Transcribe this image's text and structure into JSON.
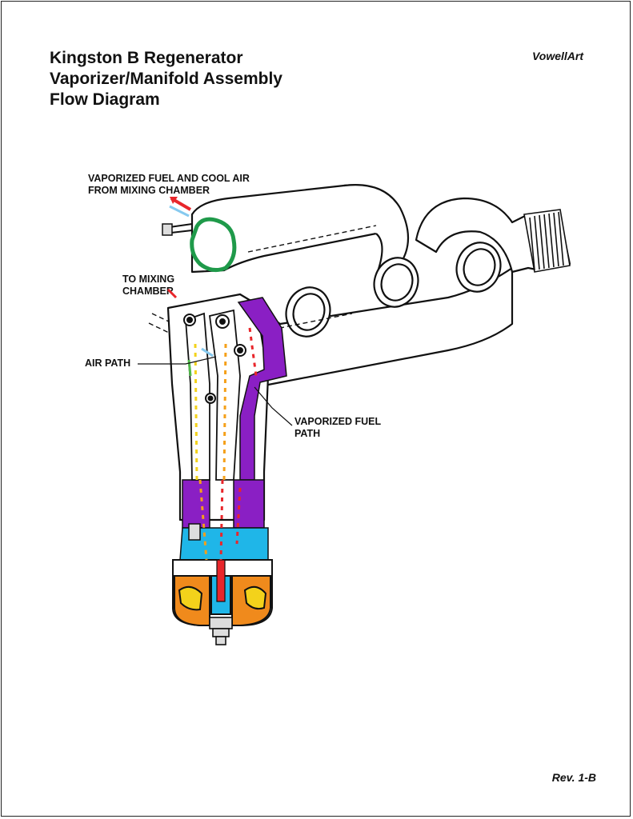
{
  "header": {
    "title_lines": [
      "Kingston B Regenerator",
      "Vaporizer/Manifold Assembly",
      "Flow Diagram"
    ],
    "brand": "VowellArt"
  },
  "labels": {
    "fuel_air_line1": "VAPORIZED FUEL AND COOL AIR",
    "fuel_air_line2": "FROM MIXING CHAMBER",
    "to_mixing_line1": "TO MIXING",
    "to_mixing_line2": "CHAMBER",
    "air_path": "AIR PATH",
    "vapor_line1": "VAPORIZED FUEL",
    "vapor_line2": "PATH"
  },
  "footer": {
    "revision": "Rev. 1-B"
  },
  "colors": {
    "line": "#111111",
    "fuel_path": "#8a1fc4",
    "water_jacket": "#1fb6e8",
    "hot_zone": "#f08a1c",
    "gasket_ring": "#1f9a4a",
    "flow_arrow_hot": "#e8262b",
    "flow_arrow_warm": "#f5a019",
    "flow_arrow_cool": "#f3d21b",
    "air_arrow": "#86c9ef",
    "green_arrow": "#4fb848"
  }
}
